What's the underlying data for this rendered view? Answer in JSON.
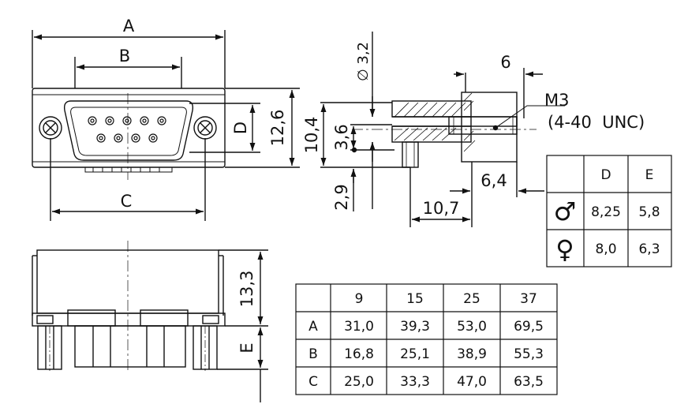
{
  "front_view": {
    "dim_a": "A",
    "dim_b": "B",
    "dim_c": "C",
    "dim_d": "D",
    "dim_height": "12,6"
  },
  "side_view": {
    "dim_diameter": "∅ 3,2",
    "dim_length_top": "6",
    "thread": "M3",
    "thread_alt": "(4-40  UNC)",
    "dim_height_outer": "10,4",
    "dim_height_inner": "3,6",
    "dim_offset": "2,9",
    "dim_flange": "6,4",
    "dim_length": "10,7"
  },
  "bottom_view": {
    "dim_height": "13,3",
    "dim_e": "E"
  },
  "gender_table": {
    "headers": [
      "D",
      "E"
    ],
    "rows": [
      {
        "symbol": "♂",
        "symbol_name": "male",
        "values": [
          "8,25",
          "5,8"
        ]
      },
      {
        "symbol": "♀",
        "symbol_name": "female",
        "values": [
          "8,0",
          "6,3"
        ]
      }
    ]
  },
  "size_table": {
    "headers": [
      "9",
      "15",
      "25",
      "37"
    ],
    "rows": [
      {
        "label": "A",
        "values": [
          "31,0",
          "39,3",
          "53,0",
          "69,5"
        ]
      },
      {
        "label": "B",
        "values": [
          "16,8",
          "25,1",
          "38,9",
          "55,3"
        ]
      },
      {
        "label": "C",
        "values": [
          "25,0",
          "33,3",
          "47,0",
          "63,5"
        ]
      }
    ]
  }
}
